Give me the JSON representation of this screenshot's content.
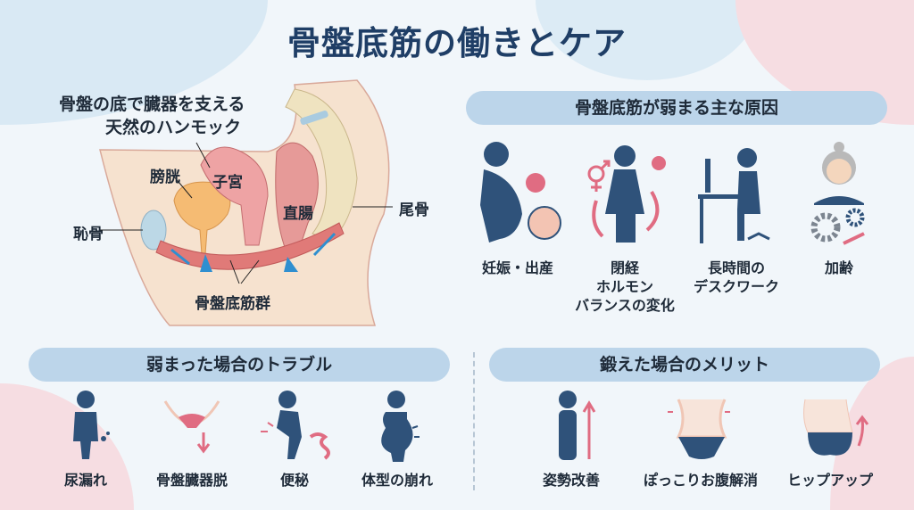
{
  "title": "骨盤底筋の働きとケア",
  "diagram": {
    "caption_line1": "骨盤の底で臓器を支える",
    "caption_line2": "天然のハンモック",
    "labels": {
      "bladder": "膀胱",
      "uterus": "子宮",
      "rectum": "直腸",
      "pubis": "恥骨",
      "coccyx": "尾骨",
      "muscles": "骨盤底筋群"
    }
  },
  "causes": {
    "heading": "骨盤底筋が弱まる主な原因",
    "items": [
      {
        "icon": "pregnancy-icon",
        "lines": [
          "妊娠・出産"
        ]
      },
      {
        "icon": "hormone-icon",
        "lines": [
          "閉経",
          "ホルモン",
          "バランスの変化"
        ]
      },
      {
        "icon": "desk-work-icon",
        "lines": [
          "長時間の",
          "デスクワーク"
        ]
      },
      {
        "icon": "aging-icon",
        "lines": [
          "加齢"
        ]
      }
    ]
  },
  "troubles": {
    "heading": "弱まった場合のトラブル",
    "items": [
      {
        "icon": "incontinence-icon",
        "label": "尿漏れ"
      },
      {
        "icon": "prolapse-icon",
        "label": "骨盤臓器脱"
      },
      {
        "icon": "constipation-icon",
        "label": "便秘"
      },
      {
        "icon": "body-shape-icon",
        "label": "体型の崩れ"
      }
    ]
  },
  "benefits": {
    "heading": "鍛えた場合のメリット",
    "items": [
      {
        "icon": "posture-icon",
        "label": "姿勢改善"
      },
      {
        "icon": "waist-icon",
        "label": "ぽっこりお腹解消"
      },
      {
        "icon": "hip-up-icon",
        "label": "ヒップアップ"
      }
    ]
  },
  "colors": {
    "navy": "#2f527a",
    "pink": "#e06c82",
    "pill": "#bcd5ea",
    "title": "#1f3e66"
  }
}
